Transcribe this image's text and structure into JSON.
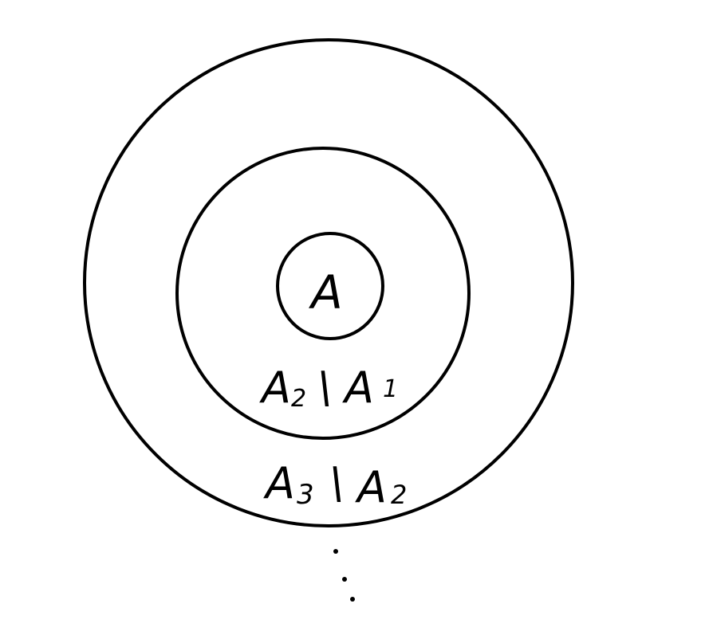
{
  "colors": {
    "stroke": "#000000",
    "text": "#000000",
    "background": "#ffffff"
  },
  "labels": {
    "inner": "A",
    "middle": {
      "main": "A",
      "sub": "2",
      "sep": "\\",
      "main2": "A",
      "sub2": "1"
    },
    "outer": {
      "main": "A",
      "sub": "3",
      "sep": "\\",
      "main2": "A",
      "sub2": "2"
    },
    "continuation": "⋮"
  }
}
